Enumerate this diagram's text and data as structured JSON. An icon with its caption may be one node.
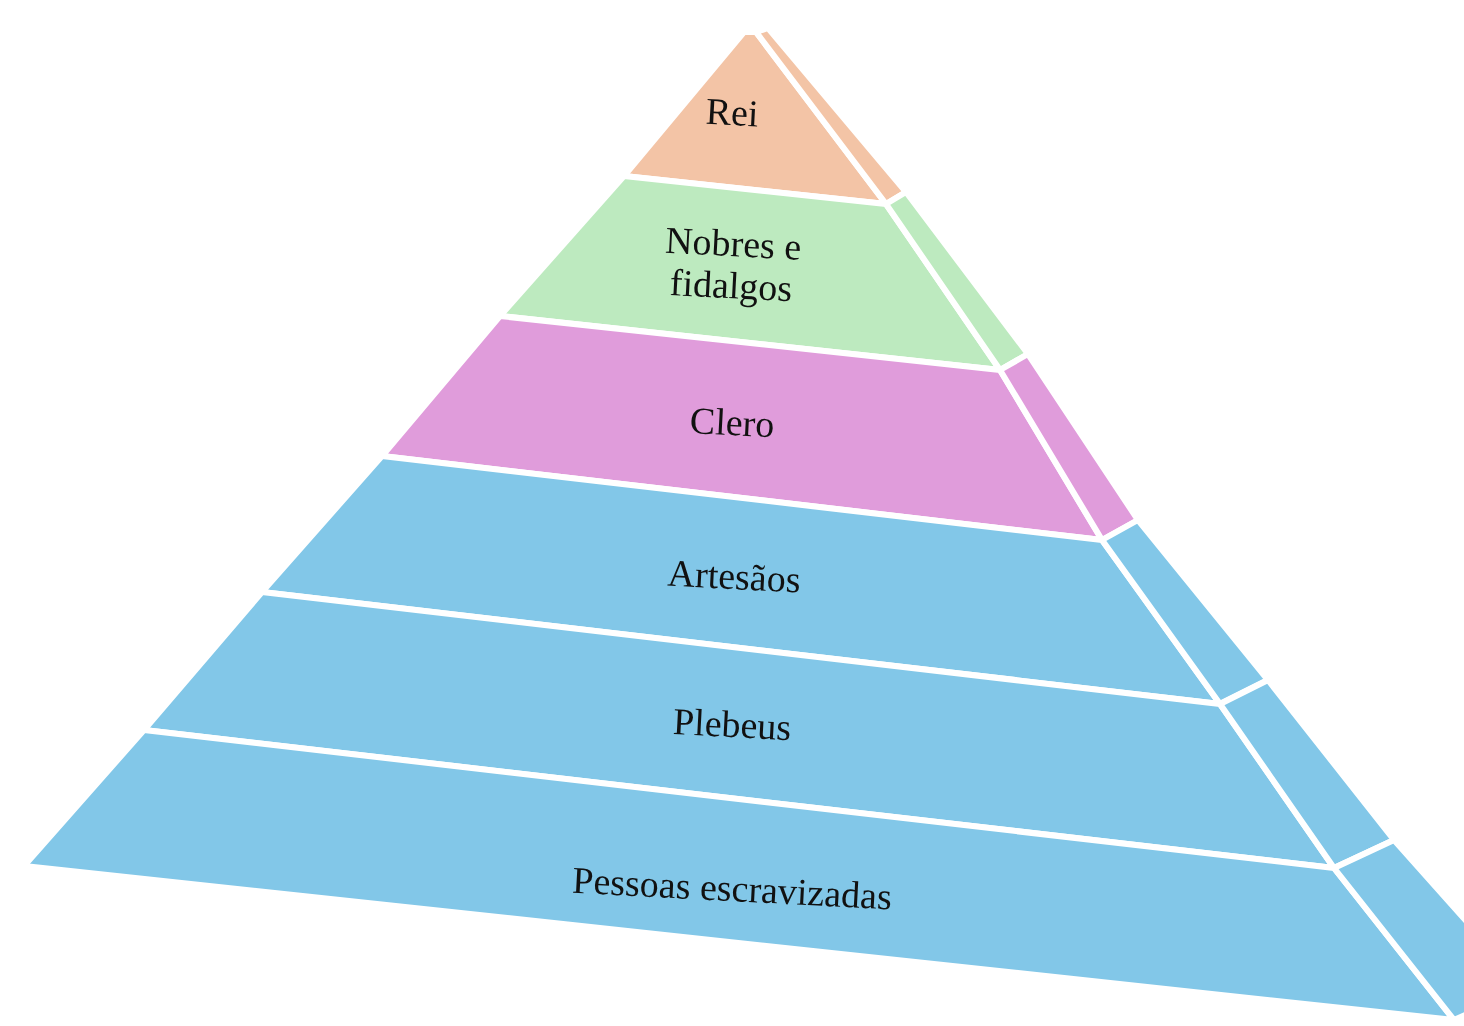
{
  "diagram": {
    "nodes": [
      {
        "text": [
          "Rei"
        ]
      },
      {
        "text": [
          "Nobres e fidalgos"
        ]
      },
      {
        "text": [
          "Clero"
        ]
      },
      {
        "text": [
          "Artesãos"
        ]
      },
      {
        "text": [
          "Plebeus"
        ]
      },
      {
        "text": [
          "Pessoas escravizadas"
        ]
      }
    ]
  }
}
